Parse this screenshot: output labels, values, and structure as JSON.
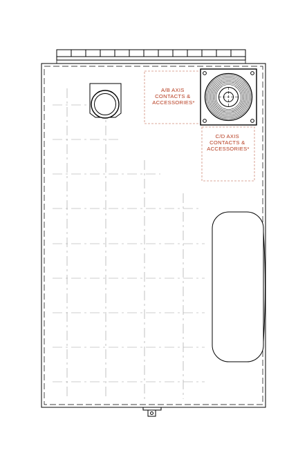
{
  "drawing": {
    "ab_zone_label": [
      "A/B AXIS",
      "CONTACTS &",
      "ACCESSORIES*"
    ],
    "cd_zone_label": [
      "C/D AXIS",
      "CONTACTS &",
      "ACCESSORIES*"
    ],
    "colors": {
      "line": "#000000",
      "label_text": "#b5391c",
      "zone_outline": "#d08a78",
      "grid": "#9a9a9a",
      "background": "#ffffff"
    }
  }
}
